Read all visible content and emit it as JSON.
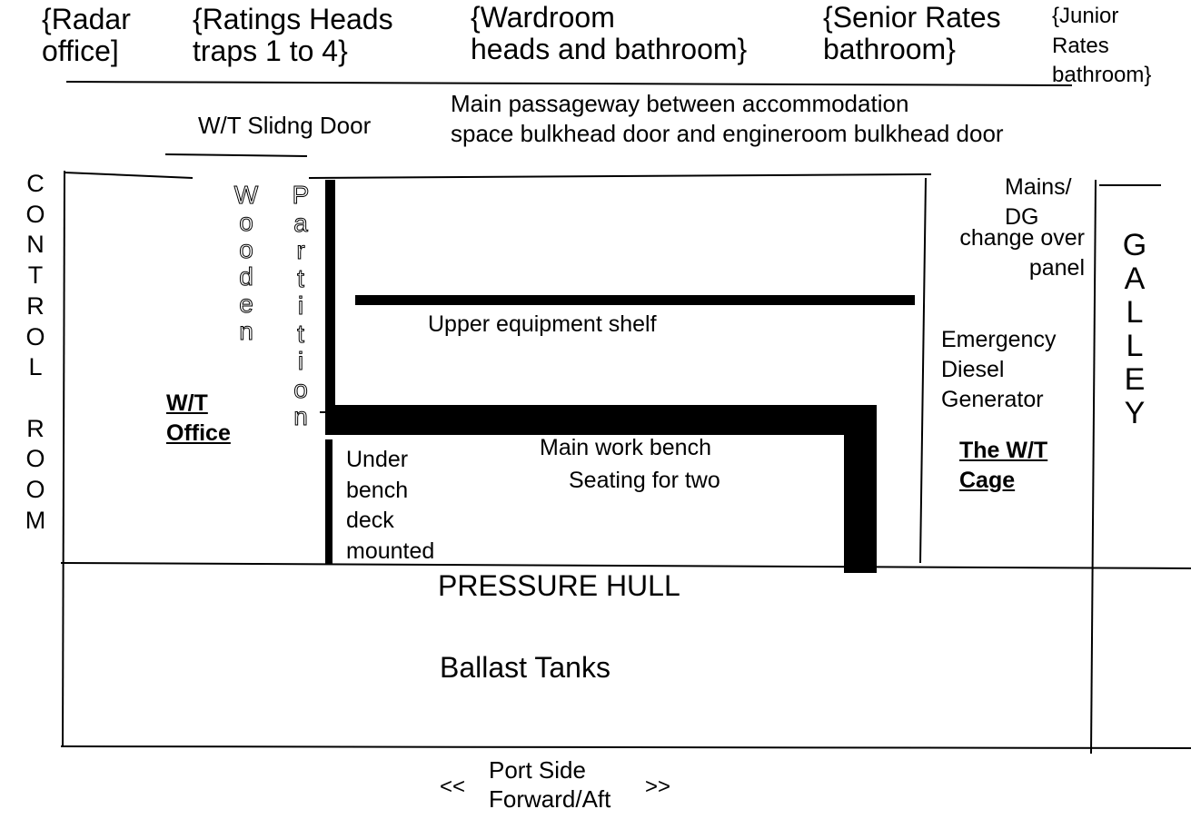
{
  "header": {
    "radar_office": "{Radar\noffice]",
    "ratings_heads": "{Ratings Heads\ntraps 1 to 4}",
    "wardroom": "{Wardroom\nheads and bathroom}",
    "senior_rates": "{Senior Rates\nbathroom}",
    "junior_rates": "{Junior\nRates\nbathroom}"
  },
  "passage": {
    "door_label": "W/T Slidng Door",
    "main_passage": "Main passageway between accommodation\nspace bulkhead door and engineroom bulkhead door"
  },
  "sides": {
    "control_room": [
      "C",
      "O",
      "N",
      "T",
      "R",
      "O",
      "L",
      "",
      "R",
      "O",
      "O",
      "M"
    ],
    "galley": [
      "G",
      "A",
      "L",
      "L",
      "E",
      "Y"
    ],
    "wooden": [
      "W",
      "o",
      "o",
      "d",
      "e",
      "n"
    ],
    "partition": [
      "P",
      "a",
      "r",
      "t",
      "i",
      "t",
      "i",
      "o",
      "n"
    ]
  },
  "rooms": {
    "wt_office": "W/T\nOffice",
    "upper_shelf": "Upper equipment shelf",
    "main_bench": "Main work bench",
    "seating": "Seating for two",
    "under_bench": "Under\nbench\ndeck\nmounted",
    "mains_dg": "Mains/\nDG",
    "change_over": "change over\npanel",
    "emergency": "Emergency\nDiesel\nGenerator",
    "wt_cage": "The W/T\nCage"
  },
  "hull": {
    "pressure_hull": "PRESSURE HULL",
    "ballast_tanks": "Ballast Tanks"
  },
  "footer": {
    "left_arrow": "<<",
    "port_side": "Port Side",
    "fwd_aft": "Forward/Aft",
    "right_arrow": ">>"
  }
}
